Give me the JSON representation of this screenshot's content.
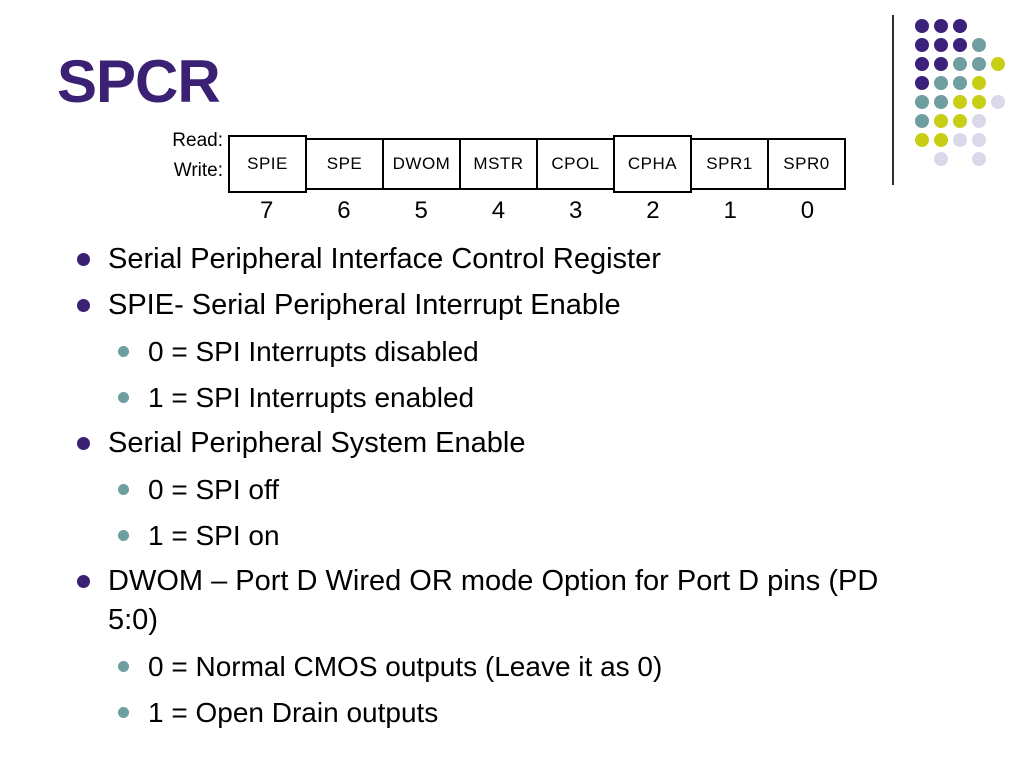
{
  "slide": {
    "title": "SPCR",
    "register": {
      "read_label": "Read:",
      "write_label": "Write:",
      "bits": [
        {
          "name": "SPIE",
          "number": "7",
          "tall": true
        },
        {
          "name": "SPE",
          "number": "6",
          "tall": false
        },
        {
          "name": "DWOM",
          "number": "5",
          "tall": false
        },
        {
          "name": "MSTR",
          "number": "4",
          "tall": false
        },
        {
          "name": "CPOL",
          "number": "3",
          "tall": false
        },
        {
          "name": "CPHA",
          "number": "2",
          "tall": true
        },
        {
          "name": "SPR1",
          "number": "1",
          "tall": false
        },
        {
          "name": "SPR0",
          "number": "0",
          "tall": false
        }
      ]
    },
    "bullets": [
      {
        "level": 1,
        "text": "Serial Peripheral Interface Control Register"
      },
      {
        "level": 1,
        "text": "SPIE- Serial Peripheral Interrupt Enable"
      },
      {
        "level": 2,
        "text": "0 = SPI Interrupts disabled"
      },
      {
        "level": 2,
        "text": "1 = SPI Interrupts enabled"
      },
      {
        "level": 1,
        "text": "Serial Peripheral System Enable"
      },
      {
        "level": 2,
        "text": "0 = SPI off"
      },
      {
        "level": 2,
        "text": "1 = SPI on"
      },
      {
        "level": 1,
        "text": "DWOM – Port D Wired OR mode Option for Port D pins (PD 5:0)"
      },
      {
        "level": 2,
        "text": "0 = Normal CMOS outputs (Leave it as 0)"
      },
      {
        "level": 2,
        "text": "1 = Open Drain outputs"
      }
    ],
    "colors": {
      "title": "#3B2173",
      "bullet_level1": "#3B2173",
      "bullet_level2": "#6F9EA0",
      "dot_P": "#3C217A",
      "dot_T": "#6F9EA0",
      "dot_Y": "#C8CE16",
      "dot_L": "#D9D9EA"
    },
    "decoration_pattern": [
      "PPP..",
      "PPPT.",
      "PPTTY",
      "PTTY.",
      "TTYYL",
      "TYYL.",
      "YYLL.",
      ".L.L."
    ]
  }
}
